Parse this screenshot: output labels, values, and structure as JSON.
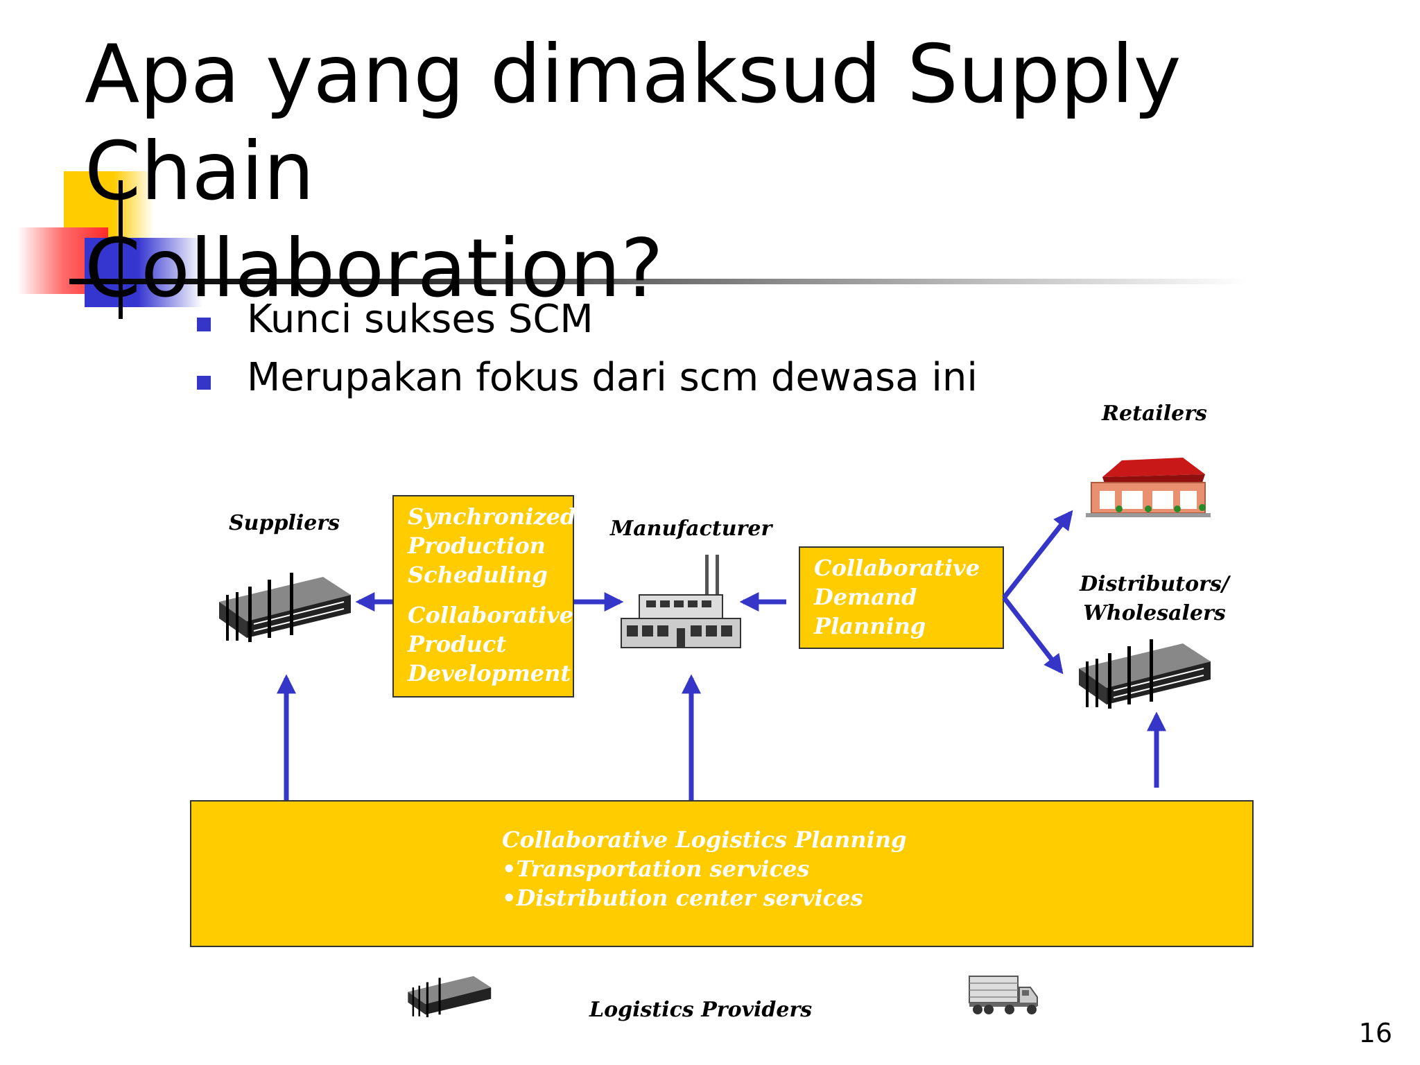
{
  "slide": {
    "title_line1": "Apa yang dimaksud Supply Chain",
    "title_line2": "Collaboration?",
    "bullets": [
      "Kunci sukses  SCM",
      "Merupakan fokus dari scm dewasa ini"
    ],
    "page_number": "16"
  },
  "diagram": {
    "suppliers_label": "Suppliers",
    "manufacturer_label": "Manufacturer",
    "retailers_label": "Retailers",
    "distributors_label_1": "Distributors/",
    "distributors_label_2": "Wholesalers",
    "logistics_providers_label": "Logistics Providers",
    "sync_box": {
      "line1": "Synchronized",
      "line2": "Production",
      "line3": "Scheduling",
      "line4": "Collaborative",
      "line5": "Product",
      "line6": "Development"
    },
    "demand_box": {
      "line1": "Collaborative",
      "line2": "Demand",
      "line3": "Planning"
    },
    "logistics_box": {
      "line1": "Collaborative Logistics Planning",
      "line2": "•Transportation services",
      "line3": "•Distribution center services"
    },
    "colors": {
      "box_fill": "#ffcc00",
      "arrow": "#3535c8",
      "box_text": "#ffffff"
    }
  }
}
